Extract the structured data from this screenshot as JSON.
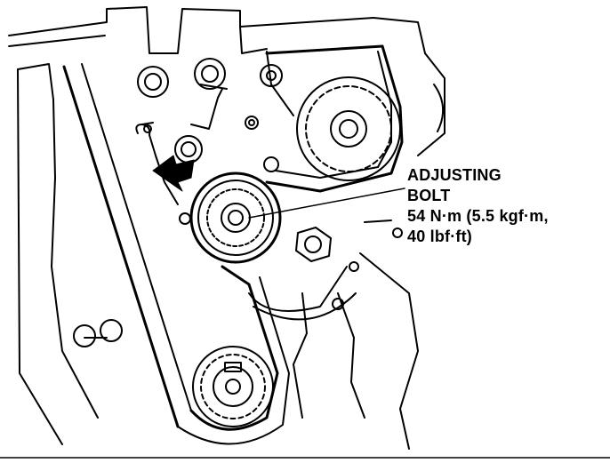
{
  "diagram": {
    "callout": {
      "line1": "ADJUSTING",
      "line2": "BOLT",
      "line3": "54 N·m (5.5 kgf·m,",
      "line4": "40 lbf·ft)"
    },
    "colors": {
      "ink": "#000000",
      "paper": "#ffffff",
      "arrow_fill": "#000000"
    }
  }
}
